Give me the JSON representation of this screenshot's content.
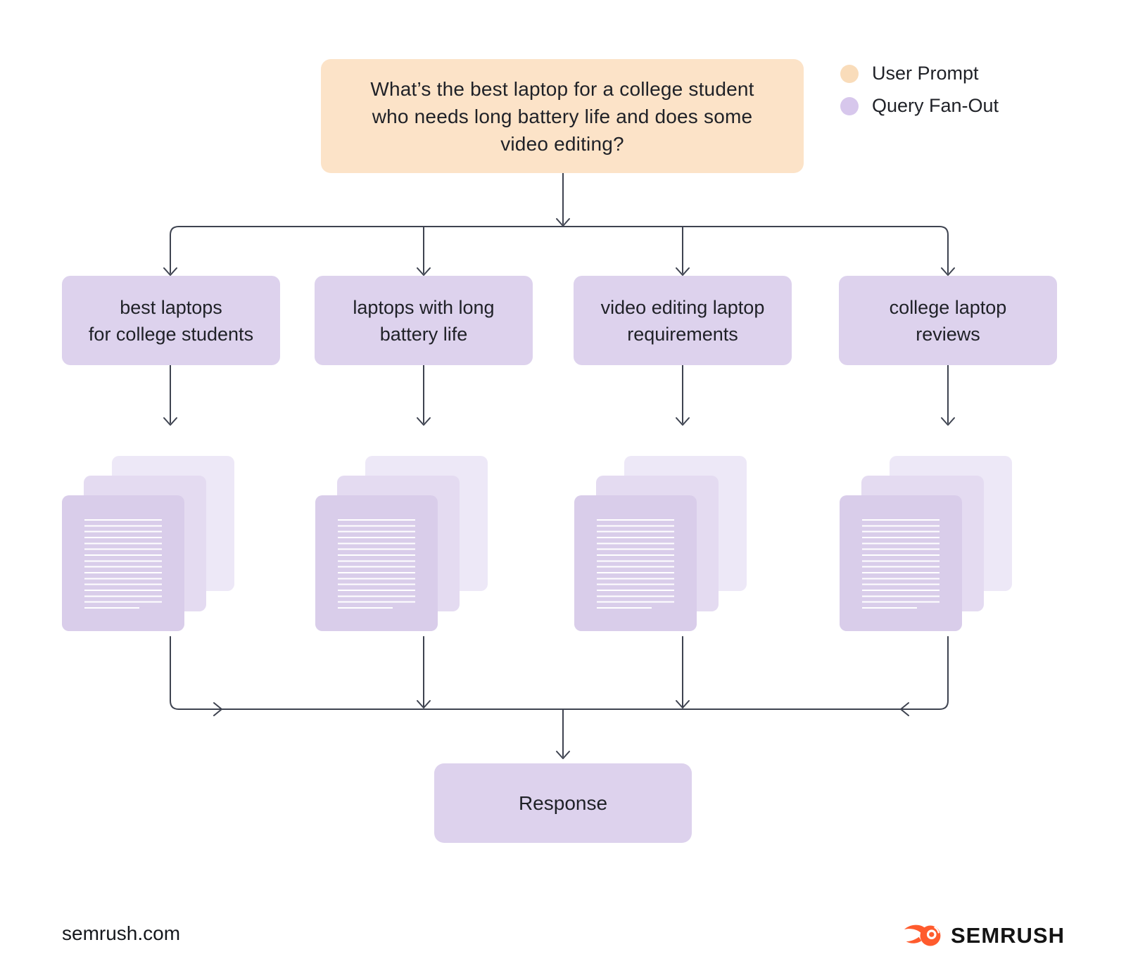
{
  "legend": {
    "items": [
      {
        "label": "User Prompt",
        "color": "#f9dcba"
      },
      {
        "label": "Query Fan-Out",
        "color": "#d7c7ec"
      }
    ]
  },
  "prompt": {
    "text": "What’s the best laptop for a college student\nwho needs long battery life and does some\nvideo editing?"
  },
  "queries": [
    {
      "label": "best laptops\nfor college students"
    },
    {
      "label": "laptops with long\nbattery life"
    },
    {
      "label": "video editing laptop\nrequirements"
    },
    {
      "label": "college laptop\nreviews"
    }
  ],
  "response": {
    "label": "Response"
  },
  "footer": {
    "site": "semrush.com",
    "brand": "SEMRUSH"
  },
  "colors": {
    "c-line": "#3e4350",
    "c-prompt-bg": "#fce3c8",
    "c-query-bg": "#ddd2ed",
    "c-doc-front": "#d9cdea",
    "c-doc-mid": "#e4dbf1",
    "c-doc-back": "#ede8f7",
    "c-text": "#1f2127",
    "c-legend-orange": "#f9dcba",
    "c-legend-purple": "#d7c7ec",
    "c-brand-orange": "#ff5b2d",
    "c-footer-text": "#15181d"
  }
}
